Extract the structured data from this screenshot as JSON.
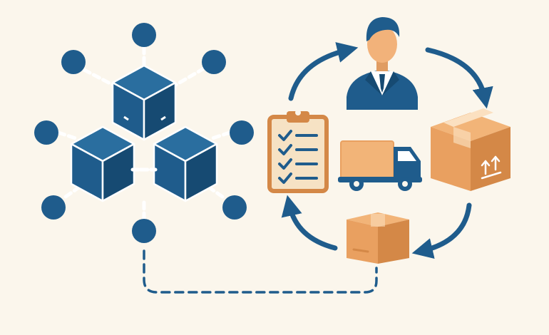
{
  "colors": {
    "background": "#FBF6EC",
    "navy": "#1F5C8C",
    "navy_dark": "#164A72",
    "navy_light": "#2A6E9F",
    "orange": "#E9A060",
    "orange_dark": "#D48847",
    "orange_light": "#F2B478",
    "skin": "#F2B27A",
    "white": "#FFFFFF"
  },
  "diagram": {
    "left_group": {
      "icon": "blockchain-network-icon",
      "outer_nodes": 8,
      "cubes": 3
    },
    "cycle": {
      "steps": [
        {
          "icon": "business-person-icon"
        },
        {
          "icon": "shipping-box-icon"
        },
        {
          "icon": "small-parcel-icon"
        },
        {
          "icon": "checklist-clipboard-icon"
        }
      ],
      "center_icon": "delivery-truck-icon",
      "direction": "clockwise"
    },
    "connector": {
      "style": "dashed",
      "from": "blockchain-network",
      "to": "small-parcel"
    }
  }
}
